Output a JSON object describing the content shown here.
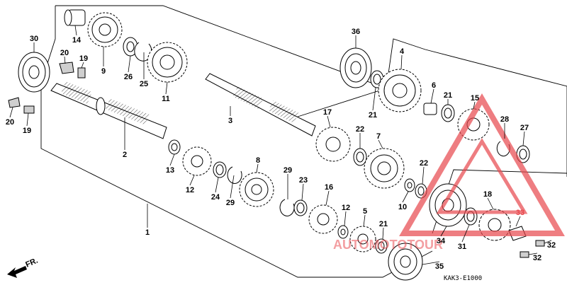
{
  "diagram": {
    "drawing_code": "KAK3-E1000",
    "direction_label": "FR.",
    "watermark": {
      "text": "AUTOMOTOTOUR",
      "color": "#e8474c"
    },
    "callouts": [
      {
        "id": "c30a",
        "label": "30"
      },
      {
        "id": "c14",
        "label": "14"
      },
      {
        "id": "c9",
        "label": "9"
      },
      {
        "id": "c26",
        "label": "26"
      },
      {
        "id": "c25",
        "label": "25"
      },
      {
        "id": "c11",
        "label": "11"
      },
      {
        "id": "c20a",
        "label": "20"
      },
      {
        "id": "c19a",
        "label": "19"
      },
      {
        "id": "c20b",
        "label": "20"
      },
      {
        "id": "c19b",
        "label": "19"
      },
      {
        "id": "c2",
        "label": "2"
      },
      {
        "id": "c13",
        "label": "13"
      },
      {
        "id": "c12a",
        "label": "12"
      },
      {
        "id": "c24",
        "label": "24"
      },
      {
        "id": "c29a",
        "label": "29"
      },
      {
        "id": "c8",
        "label": "8"
      },
      {
        "id": "c1",
        "label": "1"
      },
      {
        "id": "c36",
        "label": "36"
      },
      {
        "id": "c4",
        "label": "4"
      },
      {
        "id": "c21a",
        "label": "21"
      },
      {
        "id": "c6",
        "label": "6"
      },
      {
        "id": "c21b",
        "label": "21"
      },
      {
        "id": "c15",
        "label": "15"
      },
      {
        "id": "c3",
        "label": "3"
      },
      {
        "id": "c17",
        "label": "17"
      },
      {
        "id": "c22a",
        "label": "22"
      },
      {
        "id": "c7",
        "label": "7"
      },
      {
        "id": "c28",
        "label": "28"
      },
      {
        "id": "c27",
        "label": "27"
      },
      {
        "id": "c29b",
        "label": "29"
      },
      {
        "id": "c23",
        "label": "23"
      },
      {
        "id": "c16",
        "label": "16"
      },
      {
        "id": "c12b",
        "label": "12"
      },
      {
        "id": "c5",
        "label": "5"
      },
      {
        "id": "c21c",
        "label": "21"
      },
      {
        "id": "c22b",
        "label": "22"
      },
      {
        "id": "c10",
        "label": "10"
      },
      {
        "id": "c18",
        "label": "18"
      },
      {
        "id": "c33",
        "label": "33"
      },
      {
        "id": "c34",
        "label": "34"
      },
      {
        "id": "c31",
        "label": "31"
      },
      {
        "id": "c32a",
        "label": "32"
      },
      {
        "id": "c32b",
        "label": "32"
      },
      {
        "id": "c35",
        "label": "35"
      }
    ]
  }
}
